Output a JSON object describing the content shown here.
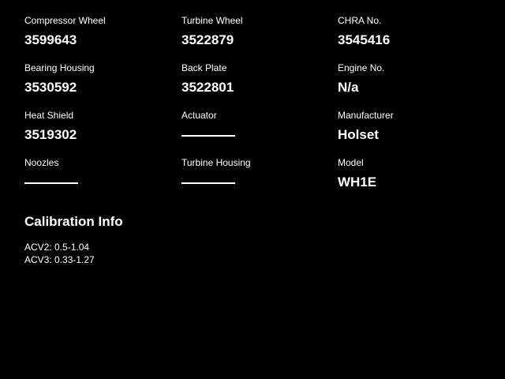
{
  "grid": {
    "cells": [
      {
        "label": "Compressor Wheel",
        "value": "3599643"
      },
      {
        "label": "Turbine Wheel",
        "value": "3522879"
      },
      {
        "label": "CHRA No.",
        "value": "3545416"
      },
      {
        "label": "Bearing Housing",
        "value": "3530592"
      },
      {
        "label": "Back Plate",
        "value": "3522801"
      },
      {
        "label": "Engine No.",
        "value": "N/a"
      },
      {
        "label": "Heat Shield",
        "value": "3519302"
      },
      {
        "label": "Actuator",
        "value": ""
      },
      {
        "label": "Manufacturer",
        "value": "Holset"
      },
      {
        "label": "Noozles",
        "value": ""
      },
      {
        "label": "Turbine Housing",
        "value": ""
      },
      {
        "label": "Model",
        "value": "WH1E"
      }
    ]
  },
  "calibration": {
    "title": "Calibration Info",
    "lines": [
      "ACV2: 0.5-1.04",
      "ACV3: 0.33-1.27"
    ]
  }
}
